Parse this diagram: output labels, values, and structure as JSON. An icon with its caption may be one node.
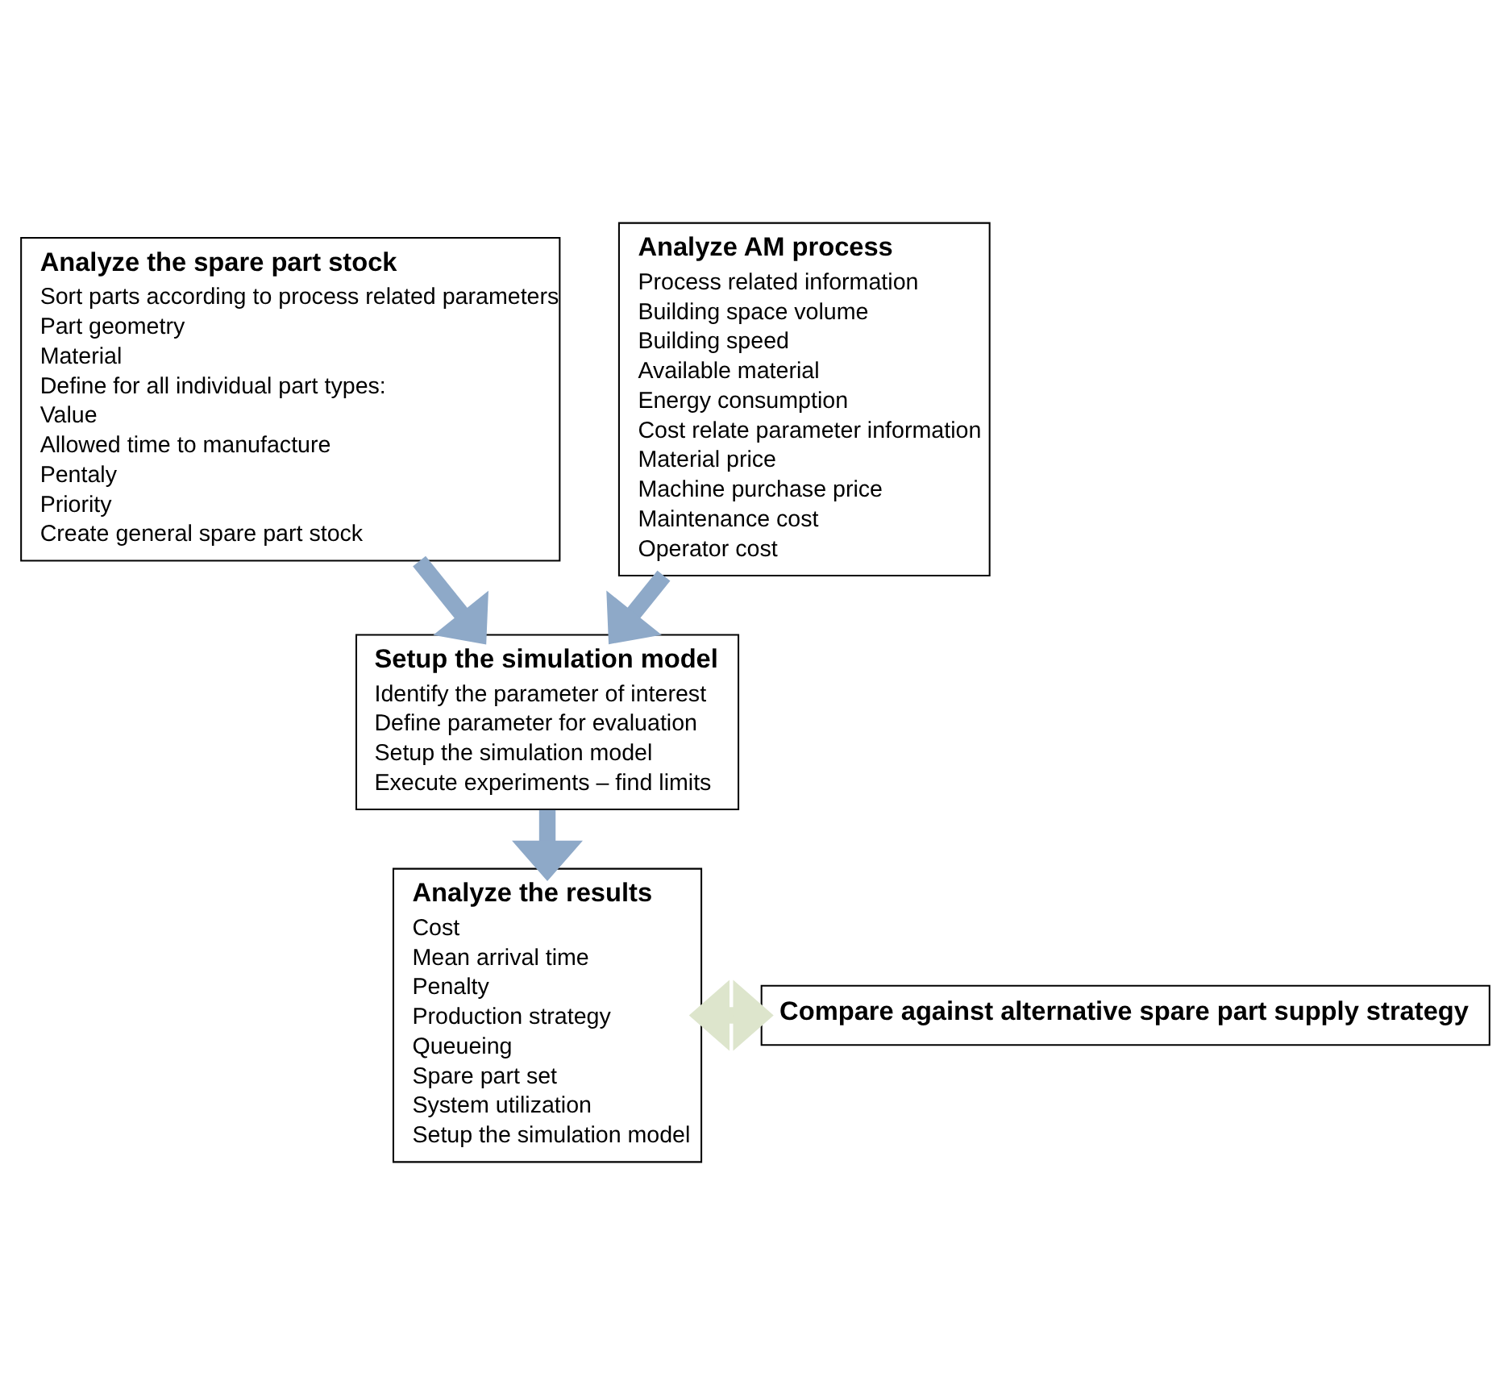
{
  "diagram": {
    "nodes": [
      {
        "text": [
          "Analyze the spare part stock",
          "Sort parts according to process related parameters",
          "Part geometry",
          "Material",
          "Define for all individual part types:",
          "Value",
          "Allowed time to manufacture",
          "Pentaly",
          "Priority",
          "Create general spare part stock"
        ]
      },
      {
        "text": [
          "Analyze AM process",
          "Process related information",
          "Building space volume",
          "Building speed",
          "Available material",
          "Energy consumption",
          "Cost relate parameter information",
          "Material price",
          "Machine purchase price",
          "Maintenance cost",
          "Operator cost"
        ]
      },
      {
        "text": [
          "Setup the simulation model",
          "Identify the parameter of interest",
          "Define parameter for evaluation",
          "Setup the simulation model",
          "Execute experiments – find limits"
        ]
      },
      {
        "text": [
          "Analyze the results",
          "Cost",
          "Mean arrival time",
          "Penalty",
          "Production strategy",
          "Queueing",
          "Spare part set",
          "System utilization",
          "Setup the simulation model"
        ]
      },
      {
        "text": [
          "Compare against alternative spare part supply strategy"
        ]
      }
    ],
    "edges": [
      {
        "from": 0,
        "to": 2,
        "arrow": "to"
      },
      {
        "from": 1,
        "to": 2,
        "arrow": "to"
      },
      {
        "from": 2,
        "to": 3,
        "arrow": "to"
      },
      {
        "from": 3,
        "to": 4,
        "arrow": "both",
        "color": "#dde5cc"
      }
    ]
  }
}
